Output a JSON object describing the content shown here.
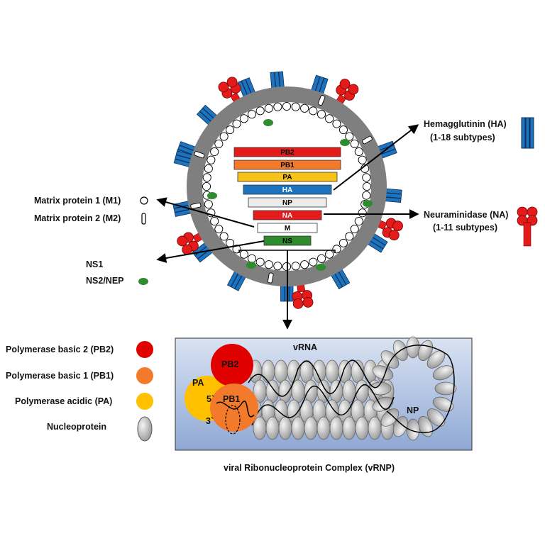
{
  "segments": [
    {
      "label": "PB2",
      "color": "#e31b1b",
      "text_color": "#000000"
    },
    {
      "label": "PB1",
      "color": "#f47a2b",
      "text_color": "#000000"
    },
    {
      "label": "PA",
      "color": "#f7c21a",
      "text_color": "#000000"
    },
    {
      "label": "HA",
      "color": "#1e73be",
      "text_color": "#ffffff"
    },
    {
      "label": "NP",
      "color": "#ececec",
      "text_color": "#000000"
    },
    {
      "label": "NA",
      "color": "#e31b1b",
      "text_color": "#ffffff"
    },
    {
      "label": "M",
      "color": "#ffffff",
      "text_color": "#000000"
    },
    {
      "label": "NS",
      "color": "#2e8b2e",
      "text_color": "#000000"
    }
  ],
  "labels": {
    "m1": "Matrix protein 1 (M1)",
    "m2": "Matrix protein 2 (M2)",
    "ns1": "NS1",
    "ns2": "NS2/NEP",
    "ha_line1": "Hemagglutinin (HA)",
    "ha_line2": "(1-18 subtypes)",
    "na_line1": "Neuraminidase (NA)",
    "na_line2": "(1-11 subtypes)"
  },
  "legend": [
    {
      "label": "Polymerase basic 2 (PB2)",
      "color": "#e00000"
    },
    {
      "label": "Polymerase basic 1 (PB1)",
      "color": "#f47a2b"
    },
    {
      "label": "Polymerase acidic (PA)",
      "color": "#ffc000"
    },
    {
      "label": "Nucleoprotein",
      "color": "#c0c0c0"
    }
  ],
  "vrnp": {
    "pb2": "PB2",
    "pa": "PA",
    "pb1": "PB1",
    "five_prime": "5`",
    "three_prime": "3`",
    "vrna": "vRNA",
    "np": "NP",
    "caption": "viral Ribonucleoprotein Complex (vRNP)"
  },
  "colors": {
    "envelope": "#7f7f7f",
    "ha_blue": "#1e73be",
    "na_red": "#e31b1b",
    "ns2_green": "#2e8b2e",
    "panel_light": "#d6e0f0",
    "panel_dark": "#93abd6"
  }
}
